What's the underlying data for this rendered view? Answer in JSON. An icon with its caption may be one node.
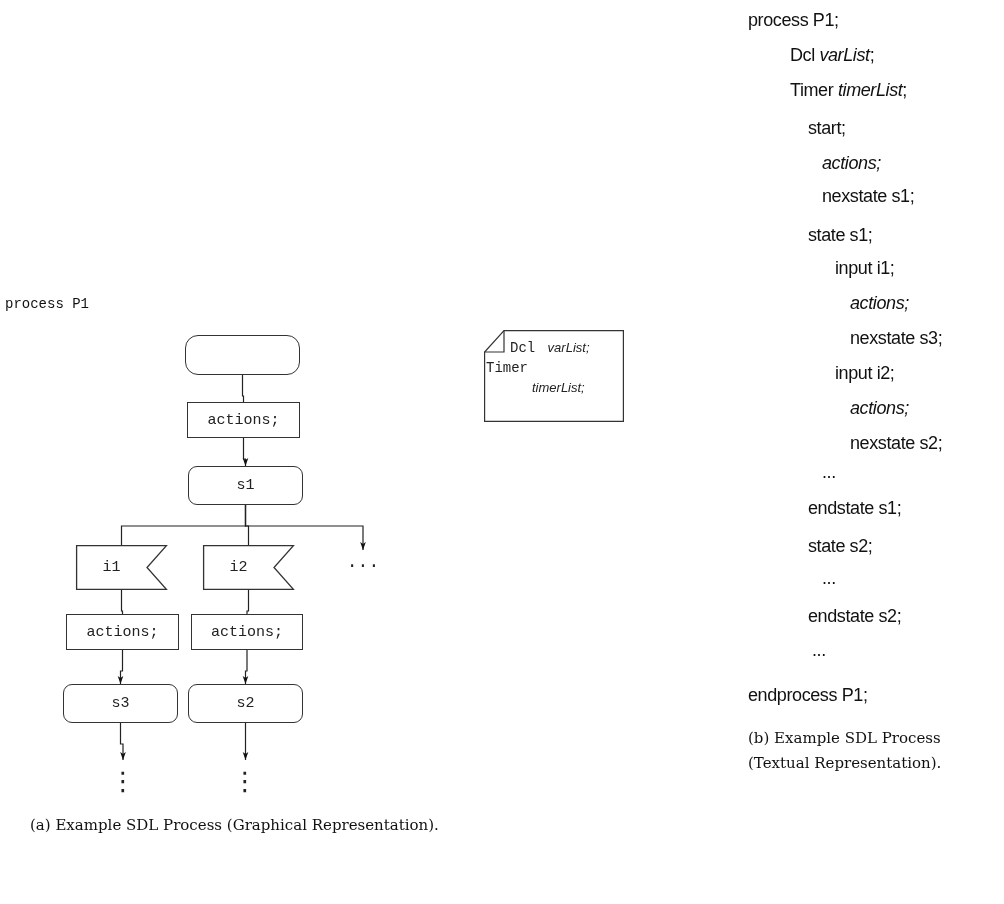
{
  "diagram": {
    "caption": "(a) Example SDL Process (Graphical Representation).",
    "nodes": [
      {
        "text": [],
        "shape": "box"
      },
      {
        "text": [
          "actions;"
        ]
      },
      {
        "text": [
          "s1"
        ]
      },
      {
        "text": [
          "i1"
        ]
      },
      {
        "text": [
          "i2"
        ]
      },
      {
        "text": [
          "..."
        ]
      },
      {
        "text": [
          "actions;"
        ]
      },
      {
        "text": [
          "actions;"
        ]
      },
      {
        "text": [
          "s3"
        ]
      },
      {
        "text": [
          "s2"
        ]
      },
      {
        "text": [
          "⋮"
        ]
      },
      {
        "text": [
          "⋮"
        ]
      },
      {
        "text": [
          "Dcl *varList;*",
          "Timer *timerList;*"
        ]
      }
    ],
    "edges": [
      {
        "from": 0,
        "to": 1,
        "arrow": "none"
      },
      {
        "from": 1,
        "to": 2,
        "arrow": "to"
      },
      {
        "from": 2,
        "to": 3,
        "arrow": "none"
      },
      {
        "from": 2,
        "to": 4,
        "arrow": "none"
      },
      {
        "from": 2,
        "to": 5,
        "arrow": "to"
      },
      {
        "from": 3,
        "to": 6,
        "arrow": "none"
      },
      {
        "from": 4,
        "to": 7,
        "arrow": "none"
      },
      {
        "from": 6,
        "to": 8,
        "arrow": "to"
      },
      {
        "from": 7,
        "to": 9,
        "arrow": "to"
      },
      {
        "from": 8,
        "to": 10,
        "arrow": "to"
      },
      {
        "from": 9,
        "to": 11,
        "arrow": "to"
      }
    ],
    "labels": [
      "process P1",
      "process P1;",
      "Dcl *varList*;",
      "Timer *timerList*;",
      "start;",
      "actions;",
      "nexstate s1;",
      "state s1;",
      "input i1;",
      "actions;",
      "nexstate s3;",
      "input i2;",
      "actions;",
      "nexstate s2;",
      "...",
      "endstate s1;",
      "state s2;",
      "...",
      "endstate s2;",
      "...",
      "endprocess P1;",
      "(b) Example SDL Process (Textual Representation)."
    ]
  }
}
